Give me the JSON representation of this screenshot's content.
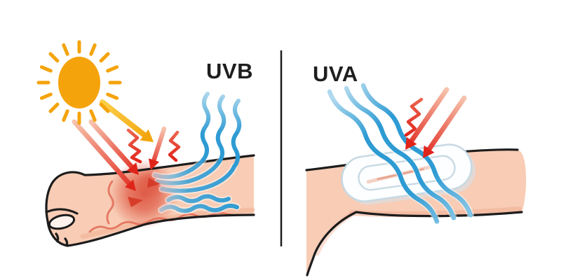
{
  "figure": {
    "panels": [
      {
        "id": "uvb",
        "label": "UVB",
        "icons": [
          "sun-icon",
          "sunlight-arrow-icon",
          "uv-ray-arrow-icon",
          "uv-zigzag-ray-icon",
          "sunburn-spot",
          "heat-wave-icon",
          "skin-irritation-line",
          "forearm-with-fist"
        ]
      },
      {
        "id": "uva",
        "label": "UVA",
        "icons": [
          "uv-ray-arrow-icon",
          "uv-zigzag-ray-icon",
          "heat-wave-icon",
          "bandage-icon",
          "wound-line",
          "forearm"
        ]
      }
    ],
    "divider": true
  },
  "colors": {
    "background": "#ffffff",
    "text": "#1e1e1e",
    "divider": "#1e1e1e",
    "outline": "#1c1c1c",
    "sun": "#f4a30b",
    "yellow_light": "#fbce49",
    "yellow_deep": "#f2a50c",
    "red_deep": "#e0241a",
    "red_mid": "#ec6550",
    "red_light": "#f7c3ac",
    "wave_blue": "#2e9bd3",
    "wave_mid": "#7fc2e4",
    "wave_light": "#afd9ee",
    "skin": "#f8ccb5",
    "skin_shade": "#efad8f",
    "burn": "#de5742",
    "burn_mark": "#d53826",
    "irritation": "#e4705a",
    "bandage_fill": "#fdfeff",
    "bandage_edge": "#c6d9e3",
    "bandage_shadow": "#d4e3ec",
    "wound": "#e08a72",
    "wound_light": "#efb4a0"
  }
}
